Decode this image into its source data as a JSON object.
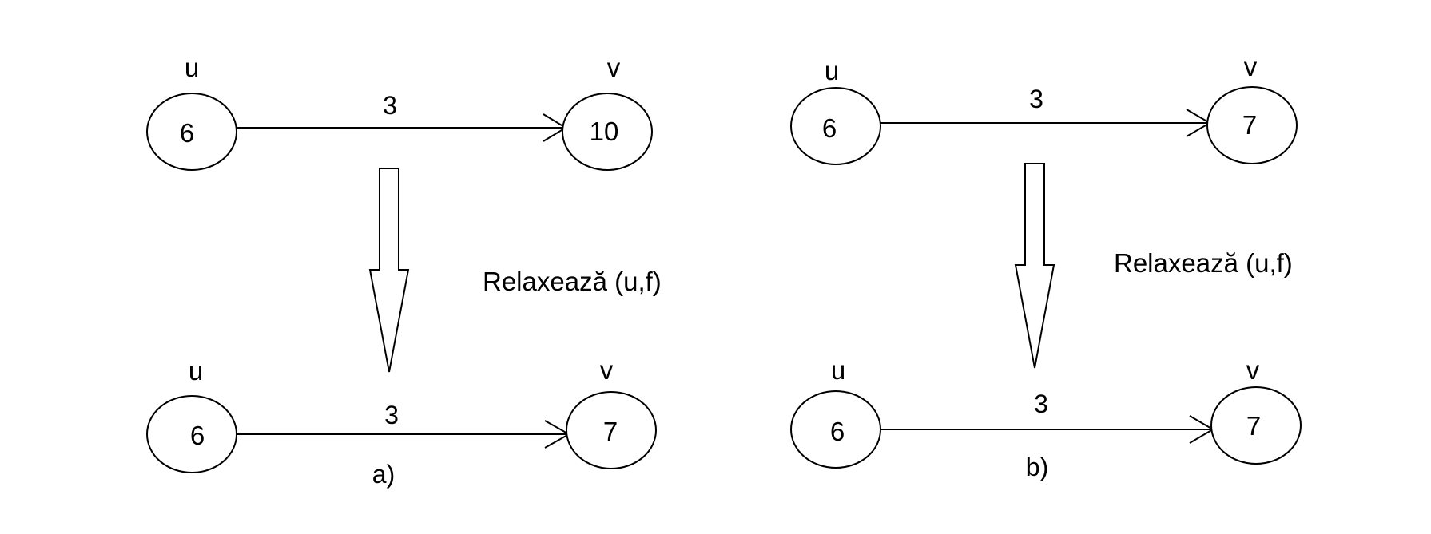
{
  "panels": [
    {
      "id": "a",
      "caption": "a)",
      "action": "Relaxează (u,f)",
      "before": {
        "u": {
          "name": "u",
          "value": "6"
        },
        "v": {
          "name": "v",
          "value": "10"
        },
        "weight": "3"
      },
      "after": {
        "u": {
          "name": "u",
          "value": "6"
        },
        "v": {
          "name": "v",
          "value": "7"
        },
        "weight": "3"
      }
    },
    {
      "id": "b",
      "caption": "b)",
      "action": "Relaxează (u,f)",
      "before": {
        "u": {
          "name": "u",
          "value": "6"
        },
        "v": {
          "name": "v",
          "value": "7"
        },
        "weight": "3"
      },
      "after": {
        "u": {
          "name": "u",
          "value": "6"
        },
        "v": {
          "name": "v",
          "value": "7"
        },
        "weight": "3"
      }
    }
  ]
}
